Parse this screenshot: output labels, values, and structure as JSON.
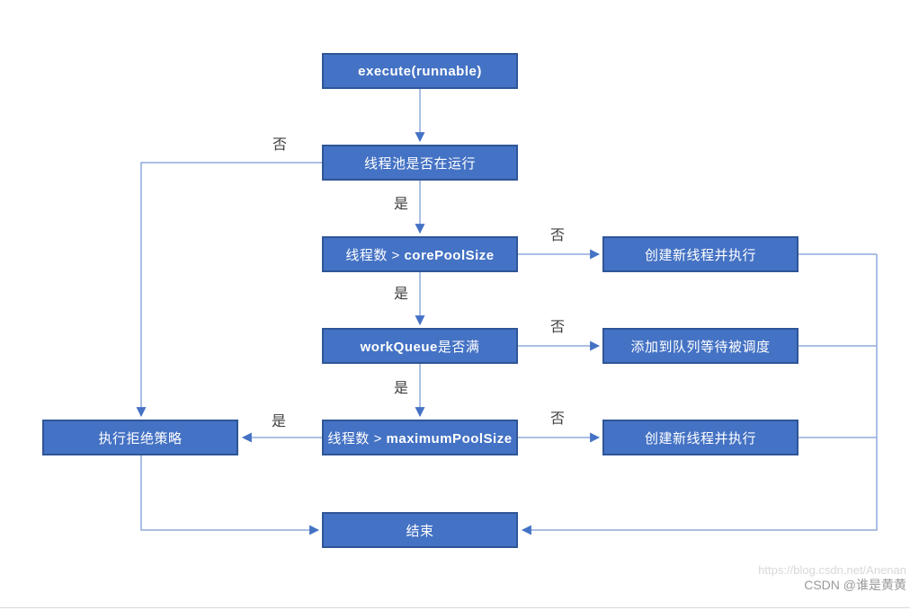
{
  "colors": {
    "box_fill": "#4472C4",
    "box_border": "#2F5597",
    "arrow_line": "#8FAADC",
    "arrow_head": "#4472C4"
  },
  "nodes": [
    {
      "id": "execute",
      "bold": "execute(runnable)"
    },
    {
      "id": "pool-running",
      "pre": "线程池是否在运行"
    },
    {
      "id": "core-pool",
      "pre": "线程数 > ",
      "bold": "corePoolSize"
    },
    {
      "id": "work-queue",
      "bold": "workQueue",
      "post": "是否满"
    },
    {
      "id": "max-pool",
      "pre": "线程数 > ",
      "bold": "maximumPoolSize"
    },
    {
      "id": "reject-policy",
      "pre": "执行拒绝策略"
    },
    {
      "id": "create-thread-1",
      "pre": "创建新线程并执行"
    },
    {
      "id": "add-to-queue",
      "pre": "添加到队列等待被调度"
    },
    {
      "id": "create-thread-2",
      "pre": "创建新线程并执行"
    },
    {
      "id": "end",
      "pre": "结束"
    }
  ],
  "labels": {
    "yes": "是",
    "no": "否"
  },
  "edges": [
    {
      "from": "execute",
      "to": "pool-running",
      "label": ""
    },
    {
      "from": "pool-running",
      "to": "reject-policy",
      "label": "否"
    },
    {
      "from": "pool-running",
      "to": "core-pool",
      "label": "是"
    },
    {
      "from": "core-pool",
      "to": "create-thread-1",
      "label": "否"
    },
    {
      "from": "core-pool",
      "to": "work-queue",
      "label": "是"
    },
    {
      "from": "work-queue",
      "to": "add-to-queue",
      "label": "否"
    },
    {
      "from": "work-queue",
      "to": "max-pool",
      "label": "是"
    },
    {
      "from": "max-pool",
      "to": "create-thread-2",
      "label": "否"
    },
    {
      "from": "max-pool",
      "to": "reject-policy",
      "label": "是"
    },
    {
      "from": "reject-policy",
      "to": "end",
      "label": ""
    },
    {
      "from": "create-thread-1",
      "to": "end",
      "label": ""
    },
    {
      "from": "add-to-queue",
      "to": "end",
      "label": ""
    },
    {
      "from": "create-thread-2",
      "to": "end",
      "label": ""
    }
  ],
  "watermark": {
    "url": "https://blog.csdn.net/Anenan",
    "credit": "CSDN @谁是黄黄"
  }
}
